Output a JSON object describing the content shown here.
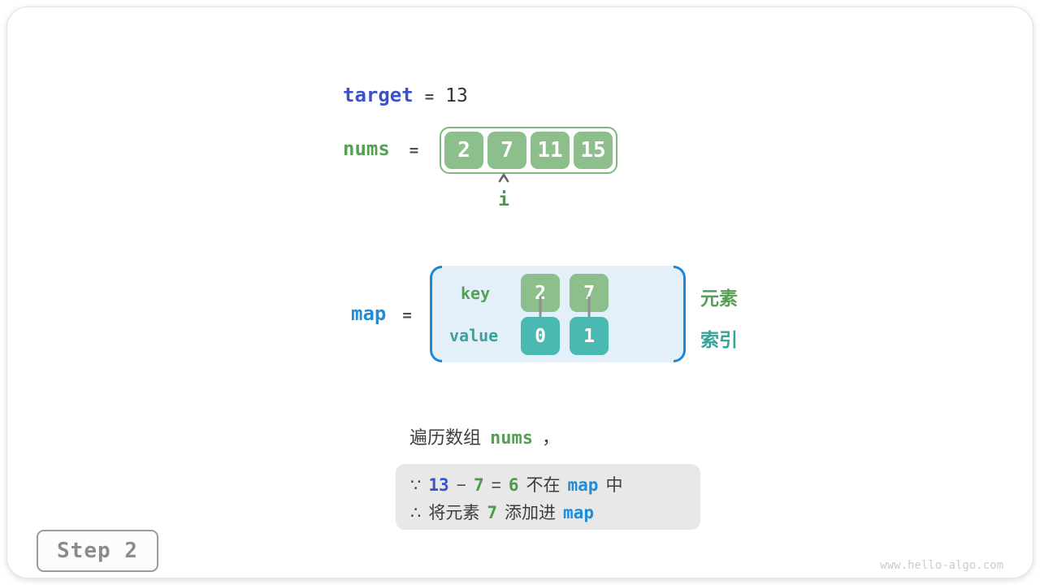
{
  "colors": {
    "indigo": "#3b52c8",
    "green_text": "#55a055",
    "blue": "#1e8ed8",
    "teal_text": "#3aa29a",
    "green_box": "#8cbf8c",
    "teal_box": "#4ab9b1",
    "map_background": "#e3f0f9",
    "map_bracket": "#1e86d3",
    "note_background": "#e8e8e8",
    "dark_text": "#3d3d3d"
  },
  "target_line": {
    "label": "target",
    "equals": "=",
    "value": "13"
  },
  "nums_line": {
    "label": "nums",
    "equals": "="
  },
  "nums_array": {
    "values": [
      "2",
      "7",
      "11",
      "15"
    ]
  },
  "pointer": {
    "label": "i"
  },
  "map_line": {
    "label": "map",
    "equals": "="
  },
  "map_table": {
    "key_label": "key",
    "value_label": "value",
    "entries": [
      {
        "key": "2",
        "value": "0"
      },
      {
        "key": "7",
        "value": "1"
      }
    ]
  },
  "side_labels": {
    "element": "元素",
    "index": "索引"
  },
  "caption": {
    "text": "遍历数组",
    "code": "nums",
    "comma": "，"
  },
  "note": {
    "line1": {
      "because": "∵",
      "target": "13",
      "minus": "−",
      "num": "7",
      "equals": "=",
      "diff": "6",
      "not_in": "不在",
      "map": "map",
      "in_suffix": "中"
    },
    "line2": {
      "therefore": "∴",
      "prefix": "将元素",
      "num": "7",
      "action": "添加进",
      "map": "map"
    }
  },
  "step_badge": {
    "label": "Step 2"
  },
  "footer": {
    "watermark": "www.hello-algo.com"
  }
}
